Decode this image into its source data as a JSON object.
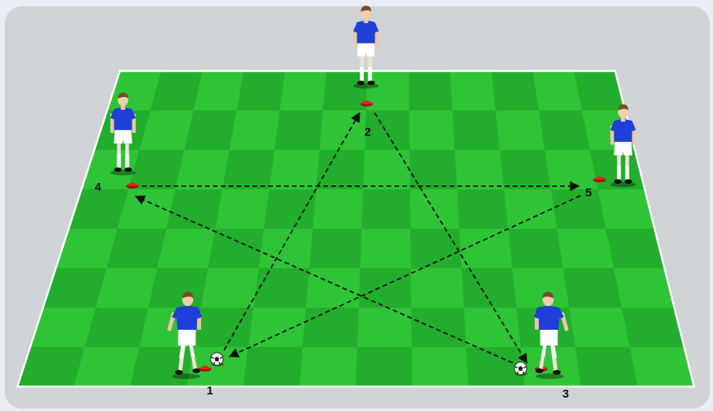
{
  "drill": {
    "stations": [
      {
        "id": "1",
        "label": "1"
      },
      {
        "id": "2",
        "label": "2"
      },
      {
        "id": "3",
        "label": "3"
      },
      {
        "id": "4",
        "label": "4"
      },
      {
        "id": "5",
        "label": "5"
      }
    ],
    "passes": [
      {
        "from": "1",
        "to": "2"
      },
      {
        "from": "2",
        "to": "3"
      },
      {
        "from": "3",
        "to": "4"
      },
      {
        "from": "4",
        "to": "5"
      },
      {
        "from": "5",
        "to": "1"
      }
    ],
    "balls_at": [
      "1",
      "3"
    ],
    "colors": {
      "background": "#cfd3d6",
      "pitch_light": "#2ec436",
      "pitch_dark": "#22ad2c",
      "jersey": "#1f3fd8",
      "shorts": "#ffffff",
      "cone": "#e8201e",
      "arrow": "#111111"
    }
  }
}
